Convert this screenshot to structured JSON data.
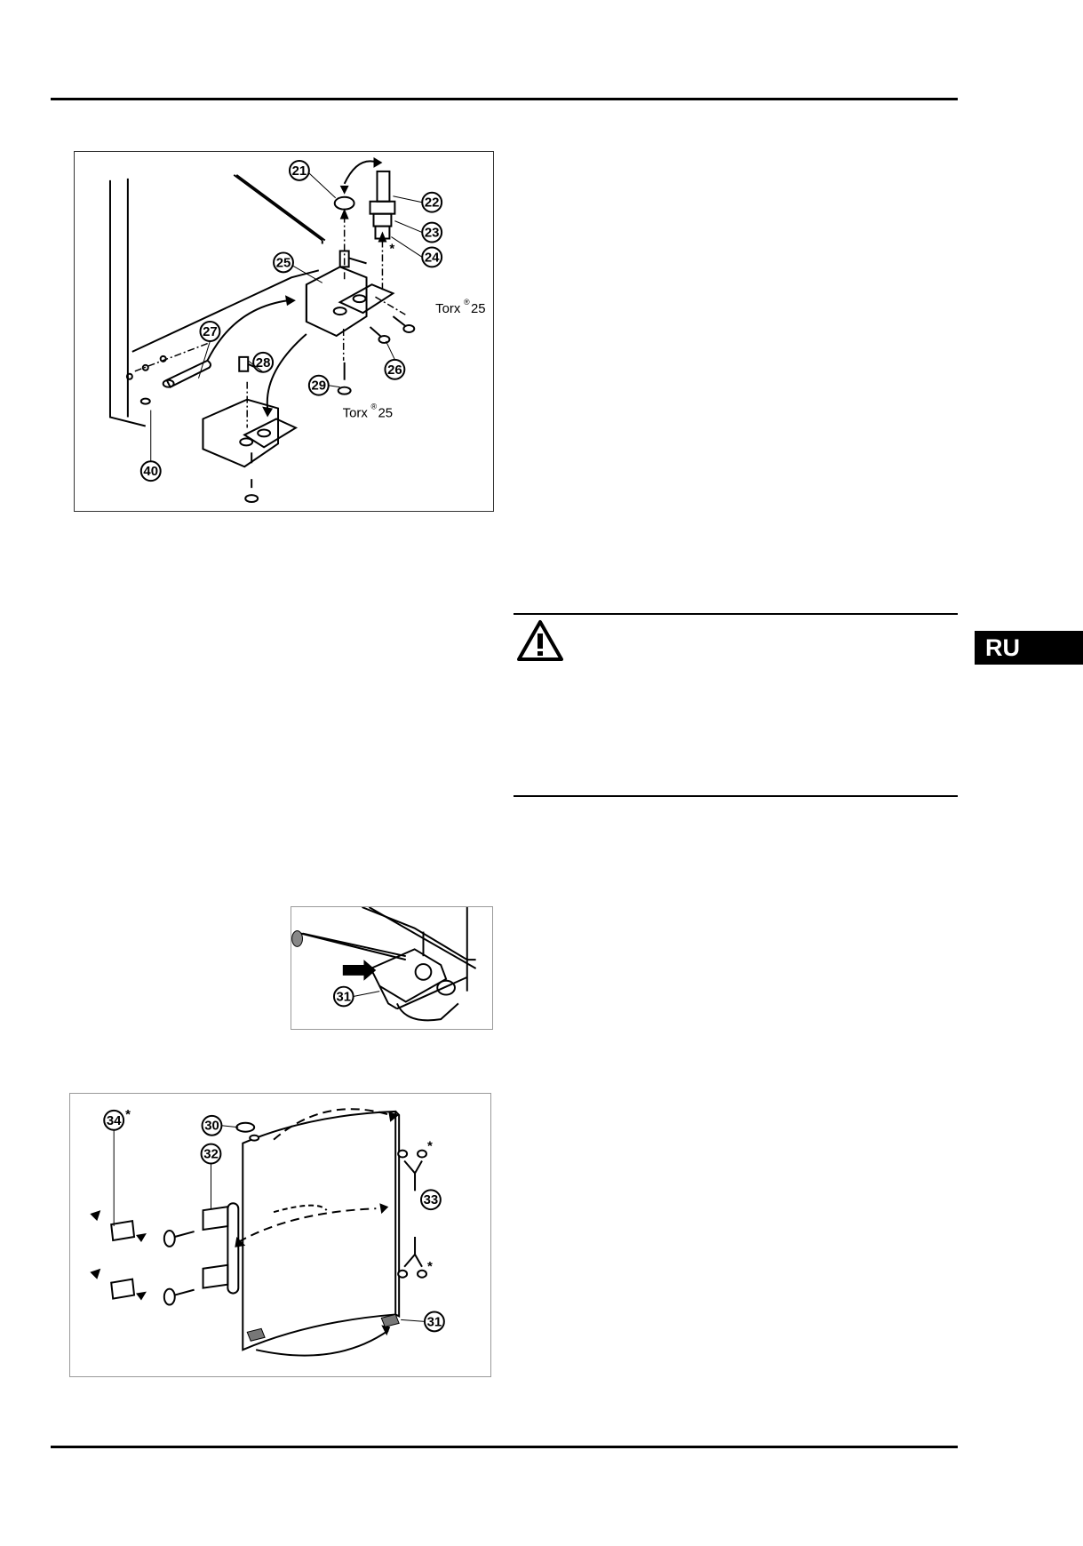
{
  "lang_tab": "RU",
  "figure_hinge": {
    "callouts": [
      "21",
      "22",
      "23",
      "24",
      "25",
      "26",
      "27",
      "28",
      "29",
      "40"
    ],
    "asterisk": "*",
    "torx_label": "Torx",
    "torx_size": "25",
    "registered_mark": "®"
  },
  "figure_clip": {
    "callouts": [
      "31"
    ]
  },
  "figure_door": {
    "callouts": [
      "30",
      "31",
      "32",
      "33",
      "34"
    ],
    "asterisk": "*"
  }
}
